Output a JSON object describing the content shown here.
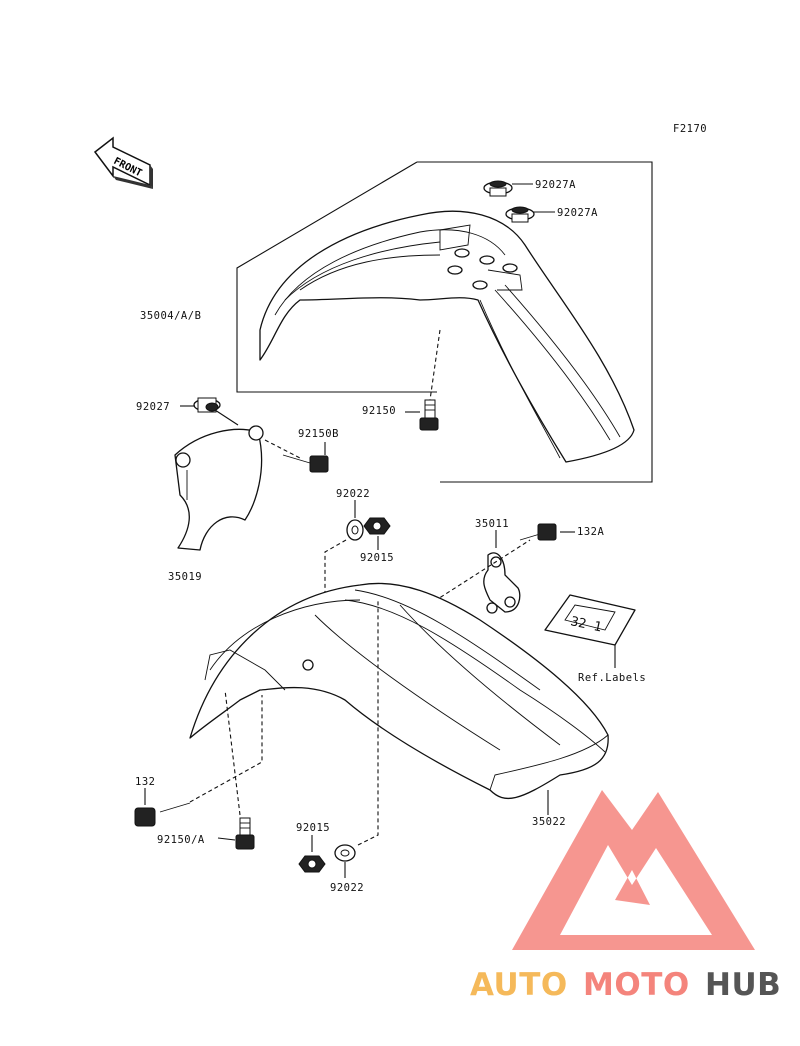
{
  "figure_code": "F2170",
  "front_arrow": "FRONT",
  "labels": {
    "p92027a_1": "92027A",
    "p92027a_2": "92027A",
    "p35004": "35004/A/B",
    "p92027": "92027",
    "p92150": "92150",
    "p92150b": "92150B",
    "p92022_top": "92022",
    "p92015_top": "92015",
    "p35019": "35019",
    "p35011": "35011",
    "p132a": "132A",
    "p_ref": "Ref.Labels",
    "p132": "132",
    "p92150a": "92150/A",
    "p92015_bot": "92015",
    "p92022_bot": "92022",
    "p35022": "35022"
  },
  "ref_label_text": "32 1",
  "watermark": {
    "auto": "AUTO",
    "moto": "MOTO",
    "hub": "HUB",
    "colors": {
      "triangle": "#f4847c",
      "auto": "#f5b95a",
      "moto": "#f4847c",
      "hub": "#555555"
    }
  }
}
